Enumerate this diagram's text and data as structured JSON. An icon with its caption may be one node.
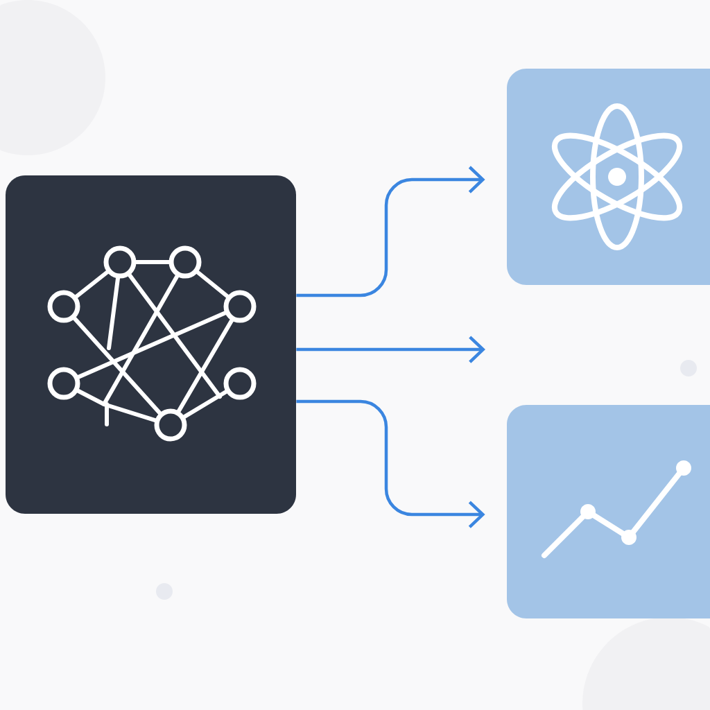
{
  "diagram": {
    "nodes": [
      {
        "text": [],
        "shape": "picture"
      },
      {
        "text": [],
        "shape": "picture"
      },
      {
        "text": [],
        "shape": "picture"
      }
    ],
    "edges": [
      {
        "from": 0,
        "to": 1,
        "arrow": "to"
      },
      {
        "from": 0,
        "to": null,
        "arrow": "to"
      },
      {
        "from": 0,
        "to": 2,
        "arrow": "to"
      }
    ]
  }
}
